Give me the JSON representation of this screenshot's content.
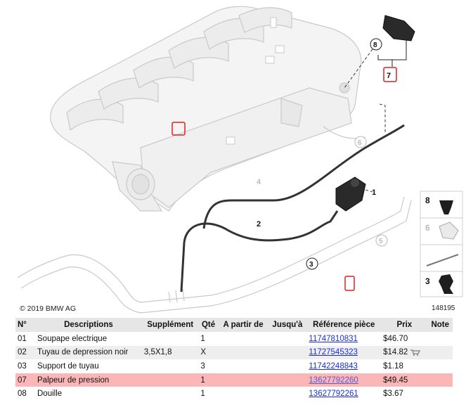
{
  "copyright": "© 2019 BMW AG",
  "diagram_id": "148195",
  "callouts": [
    "1",
    "2",
    "3",
    "4",
    "5",
    "6",
    "7",
    "8"
  ],
  "legend_callouts": [
    "8",
    "6",
    "3"
  ],
  "table": {
    "headers": {
      "no": "N°",
      "desc": "Descriptions",
      "supp": "Supplément",
      "qty": "Qté",
      "from": "A partir de",
      "to": "Jusqu'à",
      "ref": "Référence pièce",
      "price": "Prix",
      "note": "Note"
    },
    "rows": [
      {
        "no": "01",
        "desc": "Soupape electrique",
        "supp": "",
        "qty": "1",
        "from": "",
        "to": "",
        "ref": "11747810831",
        "price": "$46.70",
        "note": ""
      },
      {
        "no": "02",
        "desc": "Tuyau de depression noir",
        "supp": "3,5X1,8",
        "qty": "X",
        "from": "",
        "to": "",
        "ref": "11727545323",
        "price": "$14.82",
        "note": "cart-icon"
      },
      {
        "no": "03",
        "desc": "Support de tuyau",
        "supp": "",
        "qty": "3",
        "from": "",
        "to": "",
        "ref": "11742248843",
        "price": "$1.18",
        "note": ""
      },
      {
        "no": "07",
        "desc": "Palpeur de pression",
        "supp": "",
        "qty": "1",
        "from": "",
        "to": "",
        "ref": "13627792260",
        "price": "$49.45",
        "note": "",
        "highlight": true
      },
      {
        "no": "08",
        "desc": "Douille",
        "supp": "",
        "qty": "1",
        "from": "",
        "to": "",
        "ref": "13627792261",
        "price": "$3.67",
        "note": ""
      }
    ]
  },
  "colors": {
    "highlight_row": "#fbb7b7",
    "link": "#1a2fd0",
    "marker": "#e02020"
  }
}
